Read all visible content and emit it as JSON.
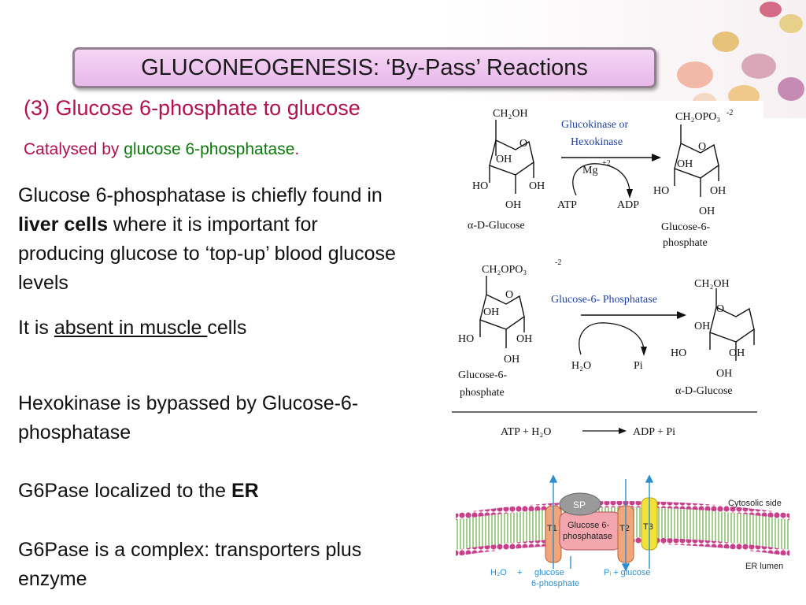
{
  "title": "GLUCONEOGENESIS: ‘By-Pass’ Reactions",
  "subtitle": "(3) Glucose 6-phosphate to glucose",
  "catalysed": {
    "prefix": "Catalysed by ",
    "enzyme": "glucose 6-phosphatase",
    "suffix": "."
  },
  "paragraph1": {
    "part1": "Glucose 6-phosphatase is chiefly found in ",
    "bold": "liver cells",
    "part2": " where it is important for producing glucose to ‘top-up’ blood glucose levels"
  },
  "paragraph2": {
    "prefix": "It is ",
    "underlined": "absent in muscle ",
    "suffix": "cells"
  },
  "paragraph3": "Hexokinase is bypassed by Glucose-6-phosphatase",
  "paragraph4": {
    "prefix": "G6Pase localized to the ",
    "bold": "ER"
  },
  "paragraph5": "G6Pase is a complex: transporters plus enzyme",
  "reaction1": {
    "substrate_top": "CH₂OH",
    "product_top": "CH₂OPO₃",
    "charge": "-2",
    "enzyme_line1": "Glucokinase or",
    "enzyme_line2": "Hexokinase",
    "cofactor": "Mg",
    "cofactor_charge": "+2",
    "in": "ATP",
    "out": "ADP",
    "substrate_name": "α-D-Glucose",
    "product_name_line1": "Glucose-6-",
    "product_name_line2": "phosphate"
  },
  "reaction2": {
    "substrate_top": "CH₂OPO₃",
    "charge": "-2",
    "product_top": "CH₂OH",
    "enzyme": "Glucose-6- Phosphatase",
    "in": "H₂O",
    "out": "Pi",
    "substrate_name_line1": "Glucose-6-",
    "substrate_name_line2": "phosphate",
    "product_name": "α-D-Glucose"
  },
  "ring_labels": {
    "o": "O",
    "oh": "OH",
    "ho": "HO"
  },
  "net": {
    "left": "ATP + H₂O",
    "right": "ADP + Pi"
  },
  "membrane": {
    "sp": "SP",
    "enzyme_line1": "Glucose 6-",
    "enzyme_line2": "phosphatase",
    "t1": "T1",
    "t2": "T2",
    "t3": "T3",
    "cytosolic": "Cytosolic side",
    "lumen": "ER lumen",
    "h2o": "H₂O",
    "plus": "+",
    "glucose6p_line1": "glucose",
    "glucose6p_line2": "6-phosphate",
    "pi_glucose": "Pᵢ + glucose"
  },
  "colors": {
    "title_bg": "#ecc2ee",
    "subtitle": "#b2104e",
    "enzyme_green": "#0a7a0a",
    "diagram_blue": "#1f3fa8",
    "membrane_pink": "#c8408a",
    "membrane_green": "#7db85a"
  }
}
